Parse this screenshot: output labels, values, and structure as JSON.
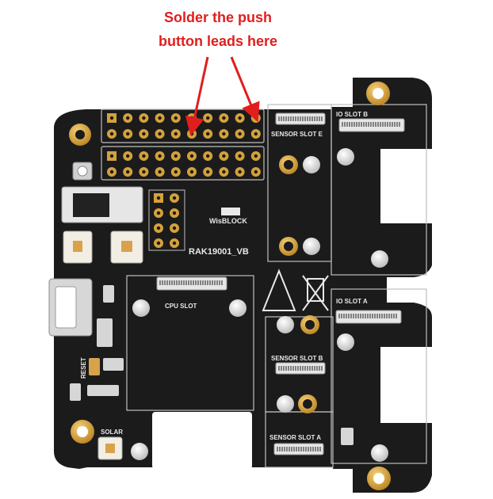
{
  "annotation": {
    "line1": "Solder the push",
    "line2": "button leads here"
  },
  "board": {
    "name": "RAK19001_VB",
    "logo": "WisBLOCK",
    "labels": {
      "io_slot_b": "IO SLOT B",
      "io_slot_a": "IO SLOT A",
      "sensor_slot_e": "SENSOR SLOT E",
      "sensor_slot_b": "SENSOR SLOT B",
      "sensor_slot_a": "SENSOR SLOT A",
      "cpu_slot": "CPU SLOT",
      "reset": "RESET",
      "solar": "SOLAR"
    }
  },
  "colors": {
    "pcb": "#1b1b1b",
    "silkscreen": "#e8e8e8",
    "gold": "#d4a13c",
    "annotation": "#e01e1e"
  }
}
